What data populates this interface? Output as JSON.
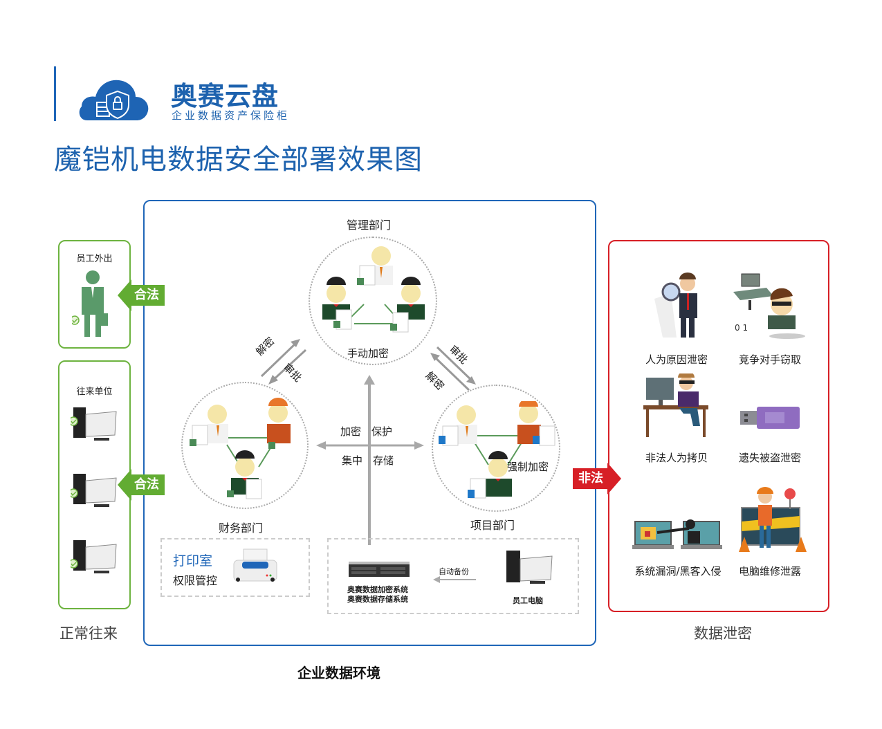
{
  "brand": {
    "name": "奥赛云盘",
    "subtitle": "企业数据资产保险柜",
    "logo_icon": "cloud-shield-lock-icon",
    "color": "#1d62ae"
  },
  "page_title": "魔铠机电数据安全部署效果图",
  "left": {
    "employee_out": {
      "title": "员工外出",
      "icon": "businessman-icon"
    },
    "partners": {
      "title": "往来单位",
      "computers": [
        "desktop-computer-icon",
        "desktop-computer-icon",
        "desktop-computer-icon"
      ]
    },
    "legal_tags": [
      "合法",
      "合法"
    ],
    "section_label": "正常往来",
    "color": "#62ac32"
  },
  "center": {
    "section_label": "企业数据环境",
    "management": {
      "title": "管理部门",
      "caption": "手动加密"
    },
    "finance": {
      "title": "财务部门"
    },
    "project": {
      "title": "项目部门",
      "caption": "强制加密"
    },
    "left_arrows": {
      "up": "解密",
      "down": "审批"
    },
    "right_arrows": {
      "up": "审批",
      "down": "解密"
    },
    "cross": {
      "top_left": "加密",
      "top_right": "保护",
      "bottom_left": "集中",
      "bottom_right": "存储"
    },
    "print_room": {
      "title": "打印室",
      "subtitle": "权限管控",
      "icon": "printer-icon"
    },
    "storage": {
      "server_lines": [
        "奥赛数据加密系统",
        "奥赛数据存储系统"
      ],
      "backup_label": "自动备份",
      "pc_label": "员工电脑"
    },
    "color": "#1f66b8"
  },
  "right": {
    "illegal_tag": "非法",
    "section_label": "数据泄密",
    "items": [
      {
        "label": "人为原因泄密",
        "icon": "magnifier-man-icon"
      },
      {
        "label": "竞争对手窃取",
        "icon": "thief-icon"
      },
      {
        "label": "非法人为拷贝",
        "icon": "hacker-desk-icon"
      },
      {
        "label": "遗失被盗泄密",
        "icon": "usb-drive-icon"
      },
      {
        "label": "系统漏洞/黑客入侵",
        "icon": "laptop-hacker-icon"
      },
      {
        "label": "电脑维修泄露",
        "icon": "repair-worker-icon"
      }
    ],
    "color": "#d71f26"
  }
}
